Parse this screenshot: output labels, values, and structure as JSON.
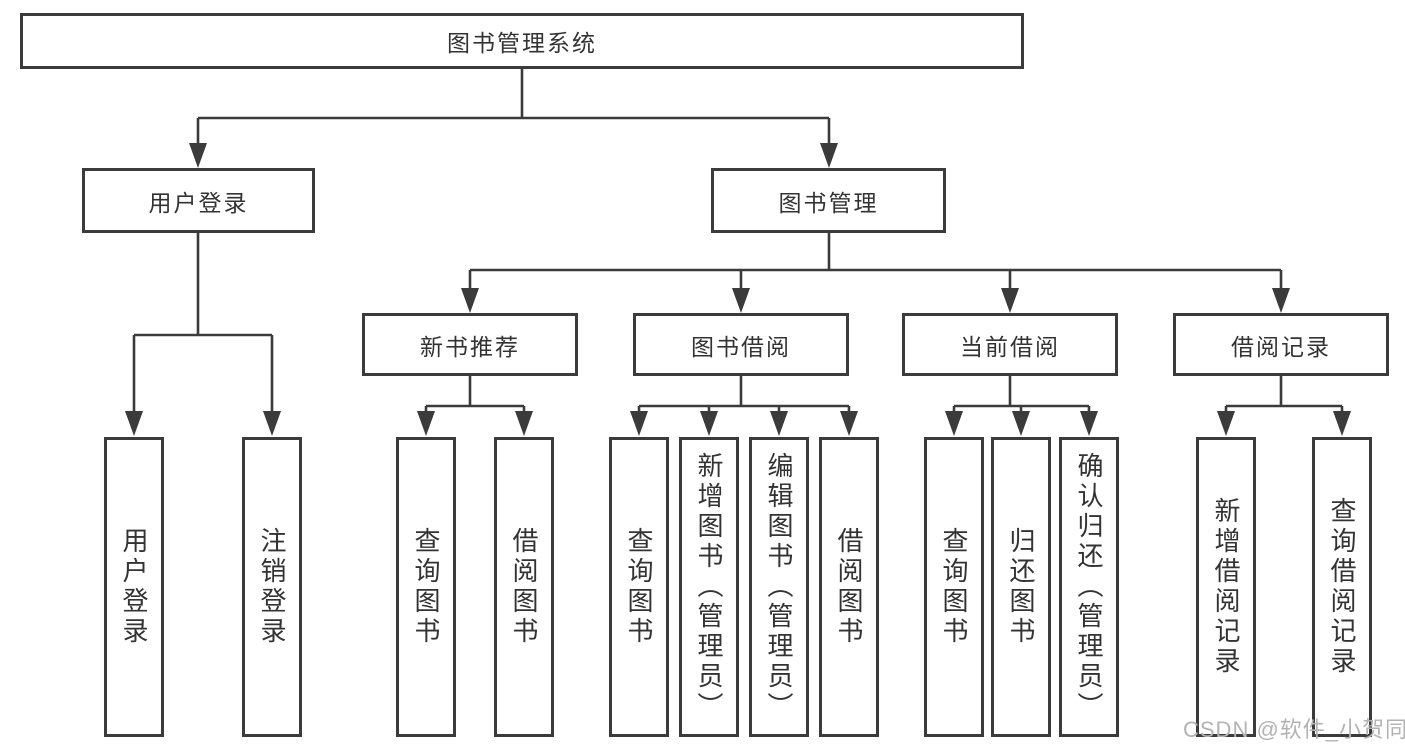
{
  "colors": {
    "line": "#3b3b3b",
    "border": "#3b3b3b",
    "text": "#333333",
    "box_fill": "#ffffff",
    "watermark": "#b3b3b3",
    "background": "#ffffff"
  },
  "diagram": {
    "root": {
      "label": "图书管理系统"
    },
    "branches": [
      {
        "label": "用户登录",
        "children": [
          {
            "label": "用户登录"
          },
          {
            "label": "注销登录"
          }
        ]
      },
      {
        "label": "图书管理",
        "sections": [
          {
            "label": "新书推荐",
            "children": [
              {
                "label": "查询图书"
              },
              {
                "label": "借阅图书"
              }
            ]
          },
          {
            "label": "图书借阅",
            "children": [
              {
                "label": "查询图书"
              },
              {
                "label": "新增图书（管理员）"
              },
              {
                "label": "编辑图书（管理员）"
              },
              {
                "label": "借阅图书"
              }
            ]
          },
          {
            "label": "当前借阅",
            "children": [
              {
                "label": "查询图书"
              },
              {
                "label": "归还图书"
              },
              {
                "label": "确认归还（管理员）"
              }
            ]
          },
          {
            "label": "借阅记录",
            "children": [
              {
                "label": "新增借阅记录"
              },
              {
                "label": "查询借阅记录"
              }
            ]
          }
        ]
      }
    ]
  },
  "watermark": {
    "text": "CSDN @软件_小贺同学"
  }
}
